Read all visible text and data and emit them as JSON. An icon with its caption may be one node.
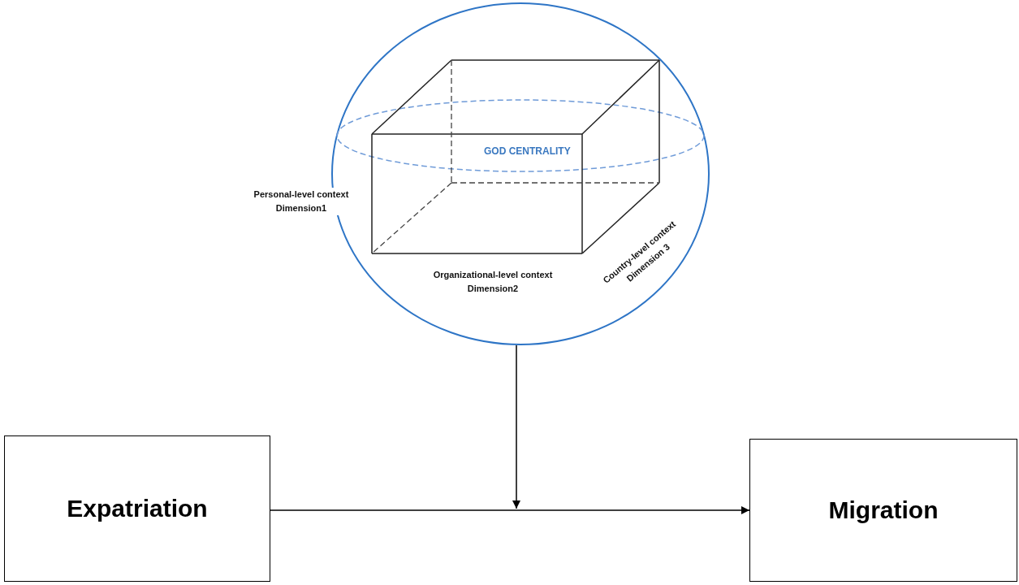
{
  "diagram": {
    "nodes": [
      {
        "text": [
          "GOD CENTRALITY"
        ]
      },
      {
        "text": [
          "Expatriation"
        ]
      },
      {
        "text": [
          "Migration"
        ]
      }
    ],
    "edges": [
      {
        "from": 1,
        "to": 2,
        "arrow": "to"
      },
      {
        "from": 0,
        "to": null,
        "arrow": "to"
      }
    ],
    "labels": [
      "Personal-level context Dimension1",
      "Organizational-level context Dimension2",
      "Country-level context Dimension 3"
    ]
  }
}
